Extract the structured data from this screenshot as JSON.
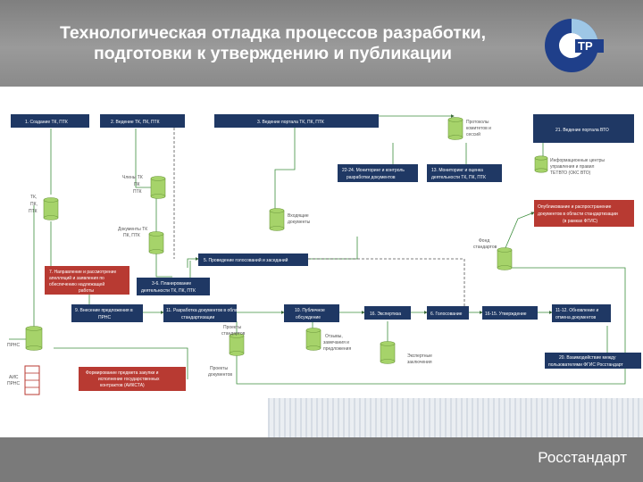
{
  "header": {
    "title_line1": "Технологическая отладка процессов разработки,",
    "title_line2": "подготовки к утверждению и публикации",
    "logo_text": "ТР"
  },
  "footer": {
    "brand": "Росстандарт"
  },
  "colors": {
    "navy": "#1f3864",
    "red": "#b83a32",
    "green": "#a6d36a",
    "header": "#8c8c8c"
  },
  "diagram": {
    "blocks": {
      "b1": "1. Создание ТК, ПТК",
      "b2": "2. Ведение ТК, ПК, ПТК",
      "b3": "3. Ведение портала ТК, ПК, ПТК",
      "b4": "21. Ведение портала ВТО",
      "b5_1": "22-24. Мониторинг и контроль",
      "b5_2": "разработки документов",
      "b6_1": "13. Мониторинг и оценка",
      "b6_2": "деятельности ТК, ПК, ПТК",
      "b7_1": "Опубликование и распространение",
      "b7_2": "документов в области стандартизации",
      "b7_3": "(в рамках ФГИС)",
      "b8": "5. Проведение голосований и заседаний",
      "b9_1": "7. Направление и рассмотрение",
      "b9_2": "апелляций и заявления по",
      "b9_3": "обеспечению надлежащей",
      "b9_4": "работы",
      "b10_1": "3-6. Планирование",
      "b10_2": "деятельности ТК, ПК, ПТК",
      "b11_1": "9. Внесение предложения в",
      "b11_2": "ПРНС",
      "b12_1": "11. Разработка документов в области",
      "b12_2": "стандартизации",
      "b13_1": "10. Публичное",
      "b13_2": "обсуждение",
      "b14": "16. Экспертиза",
      "b15": "6. Голосование",
      "b16": "16-15. Утверждение",
      "b17_1": "11-12. Обновление и",
      "b17_2": "отмена документов",
      "b18_1": "20. Взаимодействие между",
      "b18_2": "пользователями ФГИС Росстандарт",
      "b19_1": "Формирование предмета закупки и",
      "b19_2": "исполнение государственных",
      "b19_3": "контрактов (АИКСТА)"
    },
    "labels": {
      "l1_1": "Протоколы",
      "l1_2": "комитетов и",
      "l1_3": "сессий",
      "l2_1": "Члены ТК",
      "l2_2": "ПК",
      "l2_3": "ПТК",
      "l3_1": "ТК,",
      "l3_2": "ПК,",
      "l3_3": "ПТК",
      "l4_1": "Документы ТК",
      "l4_2": "ПК, ПТК",
      "l5_1": "Входящие",
      "l5_2": "документы",
      "l6_1": "Информационные центры",
      "l6_2": "управления и правил",
      "l6_3": "ТЕТВТО (ОКС ВТО)",
      "l7_1": "Фонд",
      "l7_2": "стандартов",
      "l8": "ПРНС",
      "l9_1": "АИС",
      "l9_2": "ПРНС",
      "l10_1": "Проекты",
      "l10_2": "документов",
      "l11_1": "Отзывы,",
      "l11_2": "замечания и",
      "l11_3": "предложения",
      "l12_1": "Экспертные",
      "l12_2": "заключения",
      "l13_1": "Проекты",
      "l13_2": "стандартов"
    }
  }
}
